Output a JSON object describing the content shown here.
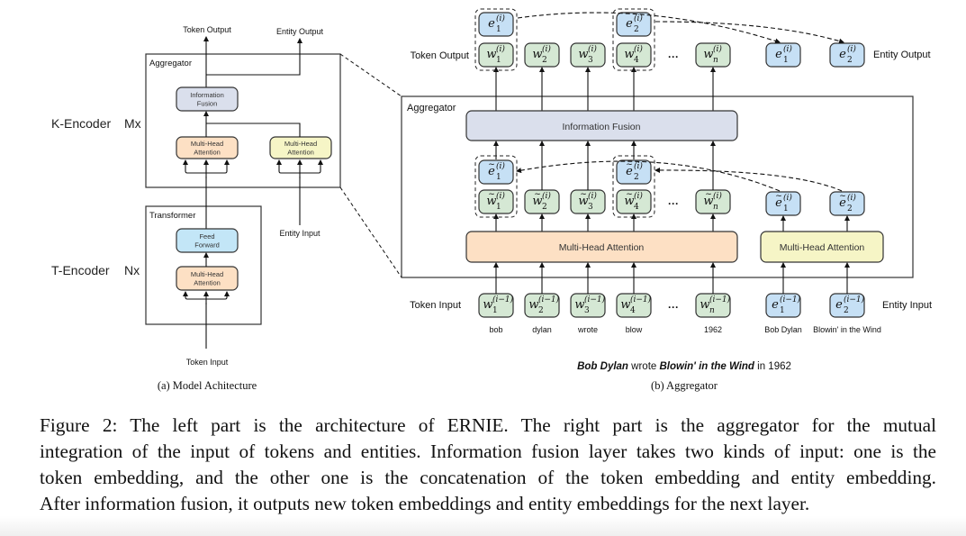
{
  "colors": {
    "token_box": "#d5e8d4",
    "entity_box": "#c6e0f5",
    "fusion_box": "#dadfec",
    "mha_token": "#fde0c4",
    "mha_entity": "#f6f5c6",
    "feed_forward": "#c3e6f7",
    "stroke": "#333333"
  },
  "left_panel": {
    "token_output": "Token Output",
    "entity_output": "Entity Output",
    "aggregator_label": "Aggregator",
    "info_fusion": [
      "Information",
      "Fusion"
    ],
    "mha_token": [
      "Multi-Head",
      "Attention"
    ],
    "mha_entity": [
      "Multi-Head",
      "Attention"
    ],
    "k_encoder": "K-Encoder",
    "k_encoder_mult": "Mx",
    "transformer_label": "Transformer",
    "feed_forward": [
      "Feed",
      "Forward"
    ],
    "mha_transformer": [
      "Multi-Head",
      "Attention"
    ],
    "t_encoder": "T-Encoder",
    "t_encoder_mult": "Nx",
    "entity_input": "Entity Input",
    "token_input": "Token Input",
    "subcaption": "(a) Model Achitecture"
  },
  "right_panel": {
    "token_output_label": "Token Output",
    "entity_output_label": "Entity Output",
    "aggregator_label": "Aggregator",
    "info_fusion": "Information Fusion",
    "mha_token": "Multi-Head Attention",
    "mha_entity": "Multi-Head Attention",
    "token_input_label": "Token Input",
    "entity_input_label": "Entity Input",
    "ellipsis": "···",
    "output_tokens": [
      "1",
      "2",
      "3",
      "4",
      "n"
    ],
    "output_entities": [
      "1",
      "2"
    ],
    "input_tokens": [
      {
        "sub": "1",
        "word": "bob"
      },
      {
        "sub": "2",
        "word": "dylan"
      },
      {
        "sub": "3",
        "word": "wrote"
      },
      {
        "sub": "4",
        "word": "blow"
      },
      {
        "sub": "n",
        "word": "1962"
      }
    ],
    "input_entities": [
      {
        "sub": "1",
        "word": "Bob Dylan"
      },
      {
        "sub": "2",
        "word": "Blowin' in the Wind"
      }
    ],
    "sup_out": "(i)",
    "sup_in": "(i−1)",
    "sentence": [
      {
        "text": "Bob Dylan",
        "bold": true
      },
      {
        "text": " wrote ",
        "bold": false
      },
      {
        "text": "Blowin' in the Wind",
        "bold": true
      },
      {
        "text": " in 1962",
        "bold": false
      }
    ],
    "subcaption": "(b) Aggregator"
  },
  "caption": {
    "lines": [
      "Figure 2:  The left part is the architecture of ERNIE. The right part is the aggregator for the mutual",
      "integration of the input of tokens and entities. Information fusion layer takes two kinds of input: one is the",
      "token embedding, and the other one is the concatenation of the token embedding and entity embedding.",
      "After information fusion, it outputs new token embeddings and entity embeddings for the next layer."
    ]
  }
}
